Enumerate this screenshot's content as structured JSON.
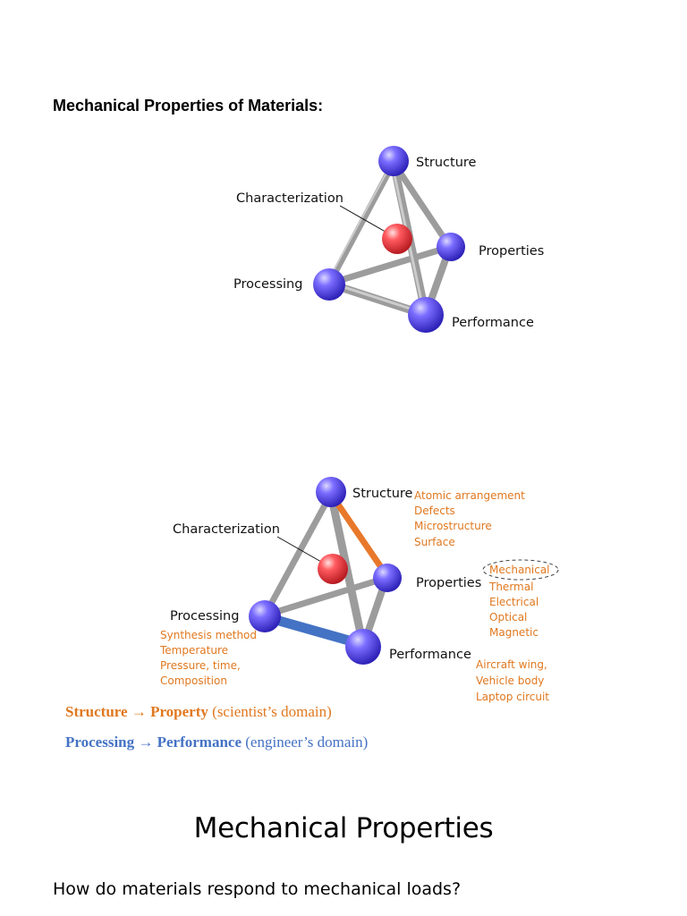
{
  "page": {
    "section_title": "Mechanical Properties of Materials:",
    "heading": "Mechanical Properties",
    "question": "How do materials respond to mechanical loads?"
  },
  "diagram1": {
    "labels": {
      "structure": "Structure",
      "characterization": "Characterization",
      "properties": "Properties",
      "processing": "Processing",
      "performance": "Performance"
    }
  },
  "diagram2": {
    "labels": {
      "structure": "Structure",
      "characterization": "Characterization",
      "properties": "Properties",
      "processing": "Processing",
      "performance": "Performance"
    },
    "structure_notes": [
      "Atomic arrangement",
      "Defects",
      "Microstructure",
      "Surface"
    ],
    "property_notes": [
      "Mechanical",
      "Thermal",
      "Electrical",
      "Optical",
      "Magnetic"
    ],
    "processing_notes": [
      "Synthesis method",
      "Temperature",
      "Pressure, time,",
      "Composition"
    ],
    "performance_notes": [
      "Aircraft wing,",
      "Vehicle body",
      "Laptop circuit"
    ],
    "colors": {
      "structure_property_edge": "#e8782a",
      "processing_performance_edge": "#4472c4",
      "node": "#5a4cf0",
      "center": "#e8333a"
    }
  },
  "domains": {
    "scientist": {
      "from": "Structure",
      "arrow": "→",
      "to": "Property",
      "note": "(scientist’s domain)"
    },
    "engineer": {
      "from": "Processing",
      "arrow": "→",
      "to": "Performance",
      "note": "(engineer’s domain)"
    }
  }
}
